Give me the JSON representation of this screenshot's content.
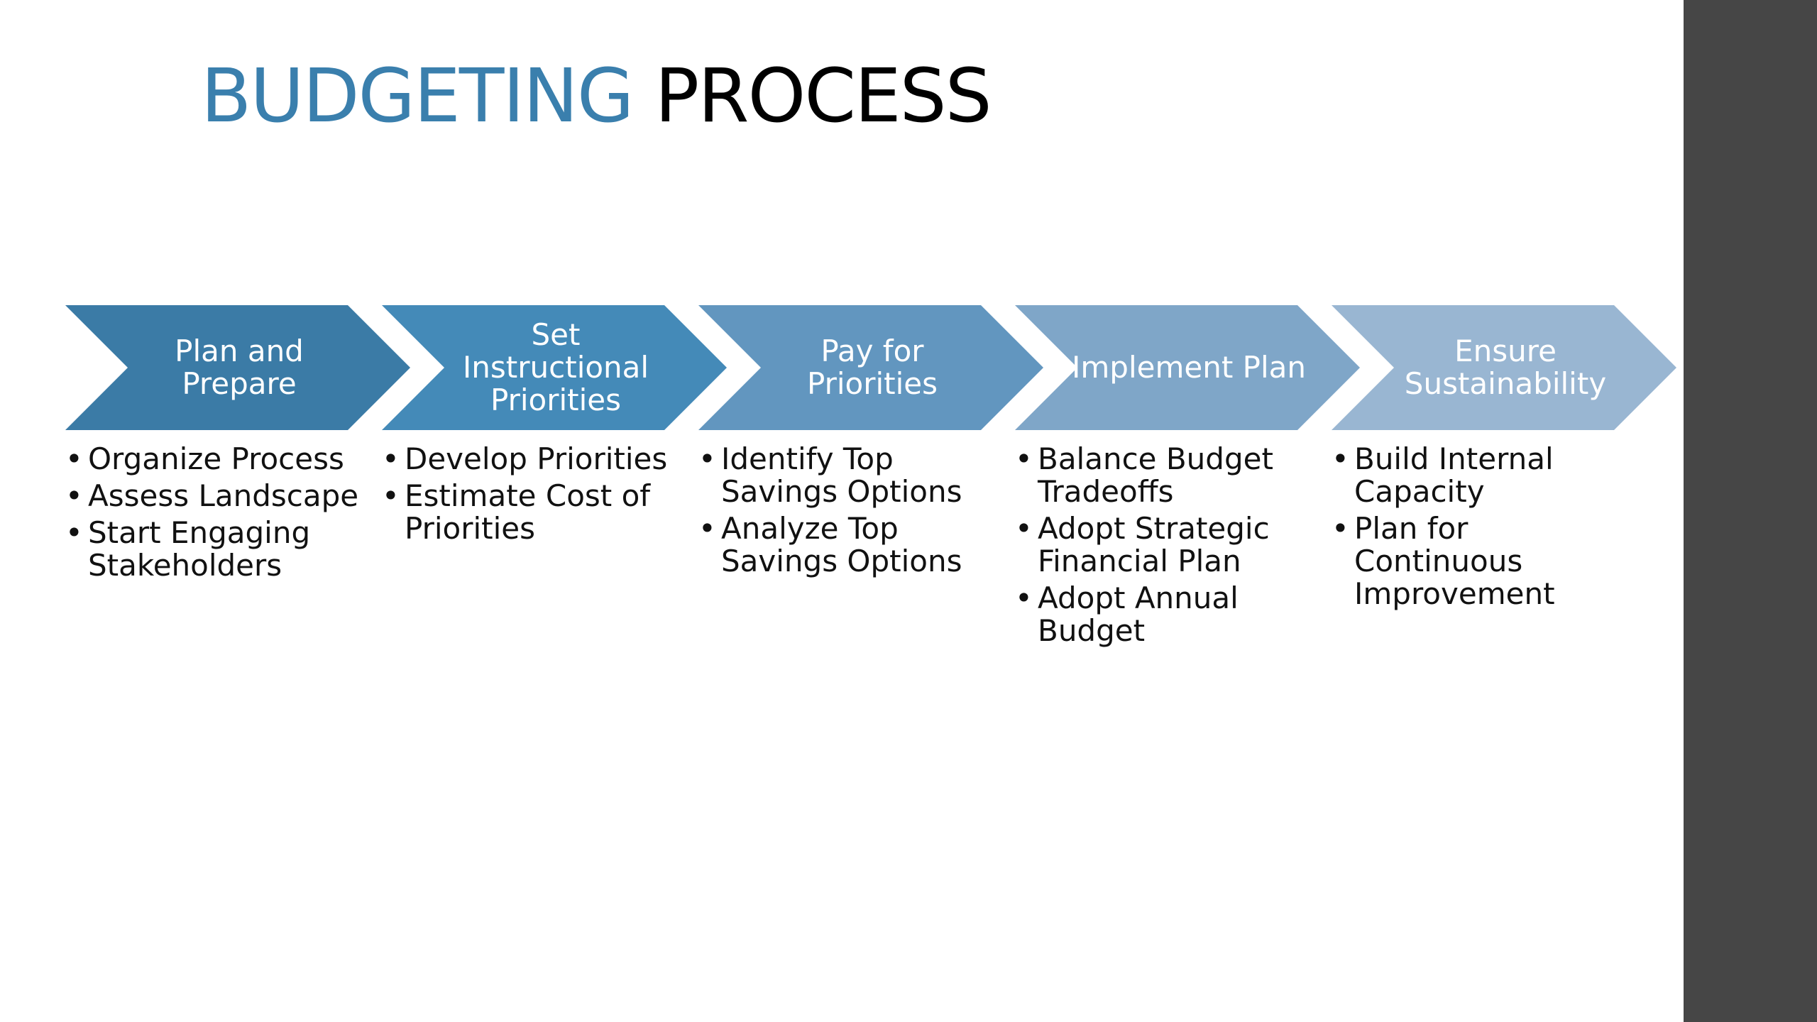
{
  "title": {
    "part1": "BUDGETING",
    "part2": "PROCESS"
  },
  "colors": {
    "title_accent": "#3a7fad",
    "side_panel": "#464646"
  },
  "steps": [
    {
      "label": "Plan and Prepare",
      "color": "#3b7ba6",
      "bullets": [
        "Organize Process",
        "Assess Landscape",
        "Start Engaging Stakeholders"
      ]
    },
    {
      "label": "Set Instructional Priorities",
      "color": "#448ab8",
      "bullets": [
        "Develop Priorities",
        "Estimate Cost of Priorities"
      ]
    },
    {
      "label": "Pay for Priorities",
      "color": "#6296bf",
      "bullets": [
        "Identify Top Savings Options",
        "Analyze Top Savings Options"
      ]
    },
    {
      "label": "Implement Plan",
      "color": "#7fa6c8",
      "bullets": [
        "Balance Budget Tradeoffs",
        "Adopt Strategic Financial Plan",
        "Adopt Annual Budget"
      ]
    },
    {
      "label": "Ensure Sustainability",
      "color": "#99b6d2",
      "bullets": [
        "Build Internal Capacity",
        "Plan for Continuous Improvement"
      ]
    }
  ]
}
